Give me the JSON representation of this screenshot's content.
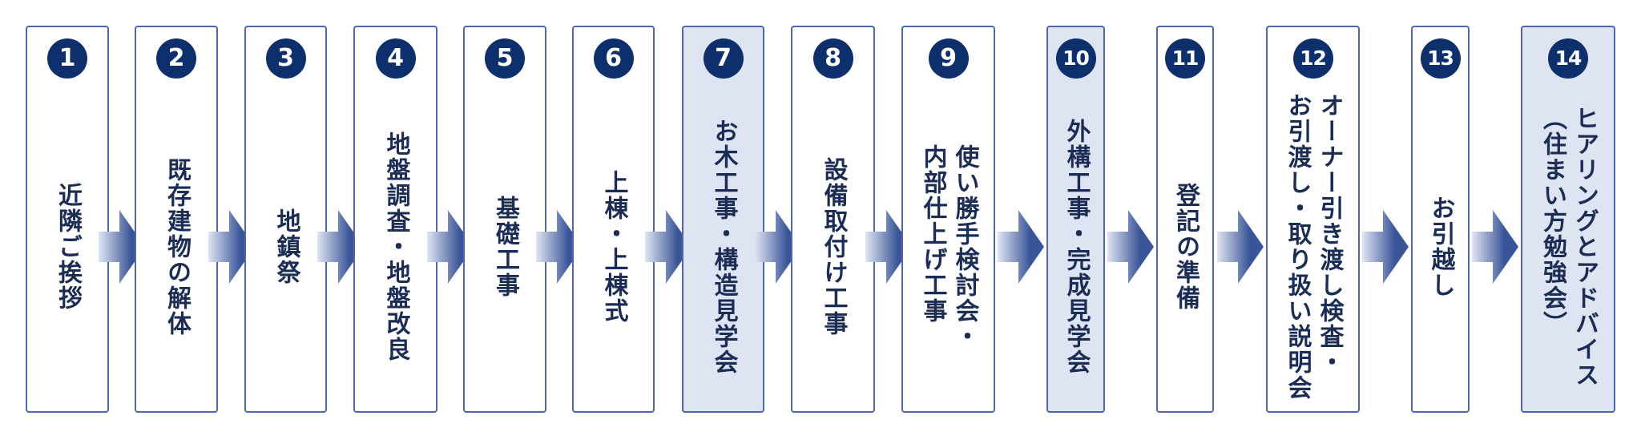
{
  "colors": {
    "border": "#4f67a8",
    "badge": "#0d2f6b",
    "text": "#1b2d55",
    "highlight": "#dfe4f2",
    "arrow_dark": "#3a5498",
    "arrow_light": "#dfe5f3"
  },
  "steps": [
    {
      "number": "1",
      "label": "近隣ご挨拶",
      "highlight": false
    },
    {
      "number": "2",
      "label": "既存建物の解体",
      "highlight": false
    },
    {
      "number": "3",
      "label": "地鎮祭",
      "highlight": false
    },
    {
      "number": "4",
      "label": "地盤調査・地盤改良",
      "highlight": false
    },
    {
      "number": "5",
      "label": "基礎工事",
      "highlight": false
    },
    {
      "number": "6",
      "label": "上棟・上棟式",
      "highlight": false
    },
    {
      "number": "7",
      "label": "お木工事・構造見学会",
      "highlight": true
    },
    {
      "number": "8",
      "label": "設備取付け工事",
      "highlight": false
    },
    {
      "number": "9",
      "label": "使い勝手検討会・\n内部仕上げ工事",
      "highlight": false
    },
    {
      "number": "10",
      "label": "外構工事・完成見学会",
      "highlight": true
    },
    {
      "number": "11",
      "label": "登記の準備",
      "highlight": false
    },
    {
      "number": "12",
      "label": "オーナー引き渡し検査・\nお引渡し・取り扱い説明会",
      "highlight": false
    },
    {
      "number": "13",
      "label": "お引越し",
      "highlight": false
    },
    {
      "number": "14",
      "label": "ヒアリングとアドバイス\n（住まい方勉強会）",
      "highlight": true
    }
  ]
}
